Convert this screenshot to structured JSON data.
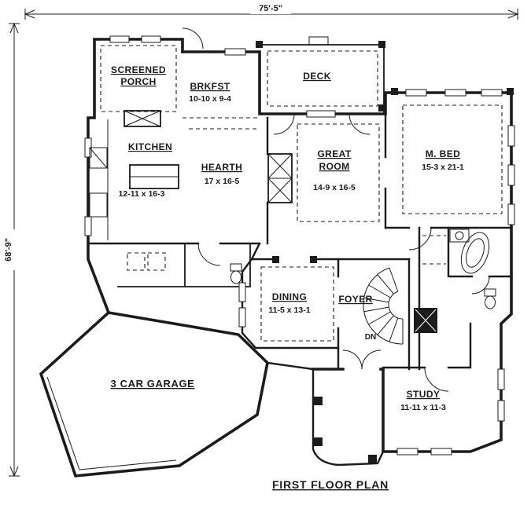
{
  "page": {
    "title": "FIRST FLOOR PLAN"
  },
  "dimensions": {
    "overall_width": "75'-5\"",
    "overall_height": "68'-9\""
  },
  "rooms": {
    "screened_porch": {
      "line1": "SCREENED",
      "line2": "PORCH"
    },
    "brkfst": {
      "name": "BRKFST",
      "size": "10-10 x 9-4"
    },
    "deck": {
      "name": "DECK"
    },
    "kitchen": {
      "name": "KITCHEN",
      "size": "12-11 x 16-3"
    },
    "hearth": {
      "name": "HEARTH",
      "size": "17 x 16-5"
    },
    "great_room": {
      "line1": "GREAT",
      "line2": "ROOM",
      "size": "14-9 x 16-5"
    },
    "m_bed": {
      "name": "M. BED",
      "size": "15-3 x 21-1"
    },
    "dining": {
      "name": "DINING",
      "size": "11-5 x 13-1"
    },
    "foyer": {
      "name": "FOYER"
    },
    "garage": {
      "name": "3 CAR GARAGE"
    },
    "study": {
      "name": "STUDY",
      "size": "11-11 x 11-3"
    }
  },
  "annotations": {
    "stair_direction": "DN"
  },
  "colors": {
    "ink": "#1b1b1b",
    "paper": "#ffffff"
  }
}
